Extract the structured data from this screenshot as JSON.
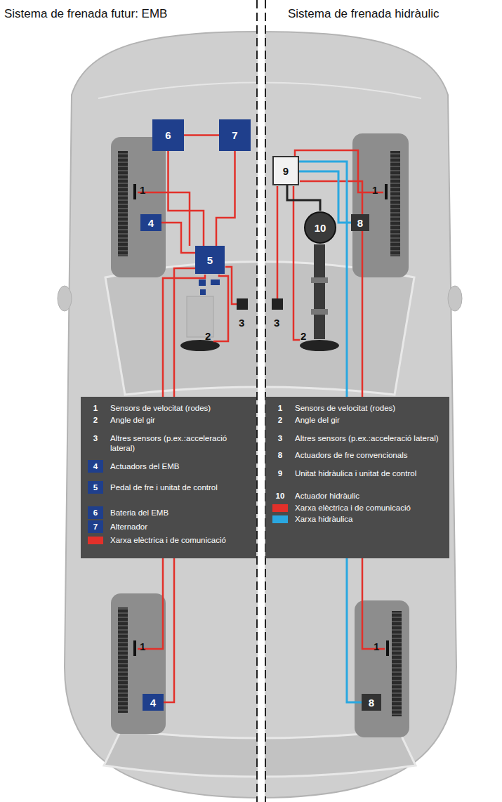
{
  "diagram": {
    "title": "Sistema de frenada futur: EMB",
    "nodes": [
      {
        "text": [
          "1",
          "Sensors de velocitat (rodes)",
          "2",
          "Angle del gir",
          "3",
          "Altres sensors (p.ex.:acceleració lateral)",
          "4",
          "Actuadors del EMB",
          "5",
          "Pedal de fre i unitat de control",
          "6",
          "Bateria del EMB",
          "7",
          "Alternador"
        ]
      },
      {
        "text": [
          "1",
          "Sensors de velocitat (rodes)",
          "2",
          "Angle del gir",
          "3",
          "Altres sensors (p.ex.:acceleració lateral)",
          "8",
          "Actuadors de fre convencionals",
          "9",
          "Unitat hidràulica i unitat de control",
          "10",
          "Actuador hidràulic"
        ]
      },
      {
        "text": [
          "6"
        ]
      },
      {
        "text": [
          "7"
        ]
      },
      {
        "text": [
          "5"
        ]
      },
      {
        "text": [
          "4"
        ]
      },
      {
        "text": [
          "4"
        ]
      },
      {
        "text": [
          "9"
        ]
      },
      {
        "text": [
          "8"
        ]
      },
      {
        "text": [
          "8"
        ]
      },
      {
        "text": [
          "10"
        ]
      }
    ],
    "edges": [
      {
        "from": 2,
        "to": 3,
        "arrow": "none"
      },
      {
        "from": 2,
        "to": 4,
        "arrow": "none"
      },
      {
        "from": 3,
        "to": 4,
        "arrow": "none"
      },
      {
        "from": 4,
        "to": 5,
        "arrow": "none"
      },
      {
        "from": 4,
        "to": 6,
        "arrow": "none"
      },
      {
        "from": 7,
        "to": 8,
        "arrow": "none"
      },
      {
        "from": 7,
        "to": 9,
        "arrow": "none"
      },
      {
        "from": 7,
        "to": 10,
        "arrow": "none"
      }
    ],
    "labels": [
      "Sistema de frenada hidràulic",
      "1",
      "1",
      "1",
      "1",
      "2",
      "2",
      "3",
      "3"
    ],
    "legend": [
      {
        "text": "Xarxa elèctrica i de comunicació",
        "color": "#e2302a"
      },
      {
        "text": "Xarxa elèctrica i de comunicació",
        "color": "#e2302a"
      },
      {
        "text": "Xarxa hidràulica",
        "color": "#2aa7e0"
      }
    ]
  }
}
